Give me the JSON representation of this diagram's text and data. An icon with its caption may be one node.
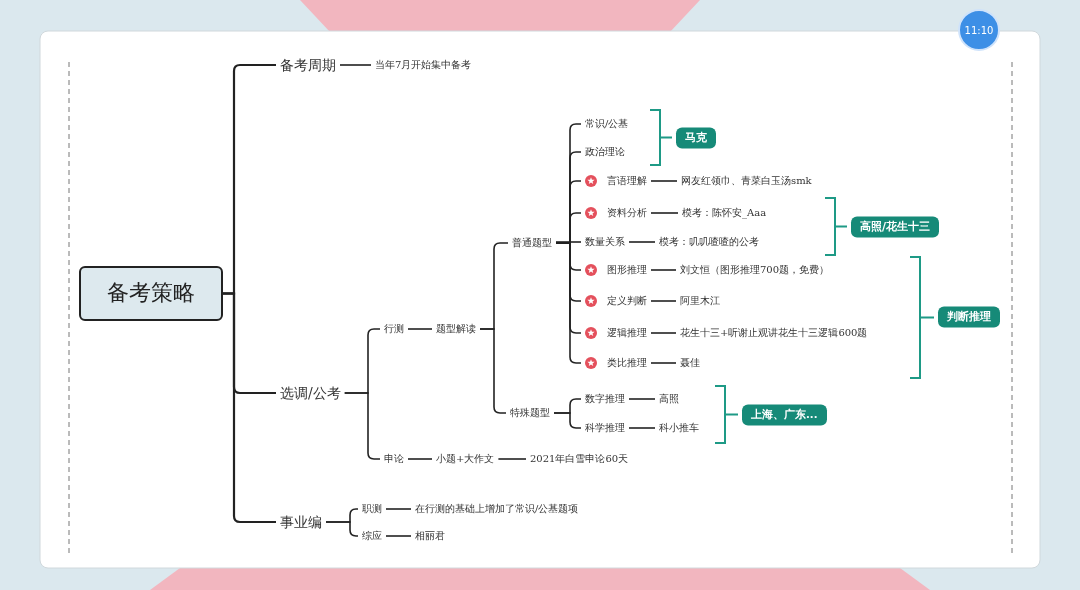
{
  "diagram": {
    "nodes": [
      {
        "text": [
          "备考策略"
        ]
      },
      {
        "text": [
          "备考周期"
        ]
      },
      {
        "text": [
          "当年7月开始集中备考"
        ]
      },
      {
        "text": [
          "选调/公考"
        ]
      },
      {
        "text": [
          "行测"
        ]
      },
      {
        "text": [
          "题型解读"
        ]
      },
      {
        "text": [
          "普通题型"
        ]
      },
      {
        "text": [
          "常识/公基"
        ]
      },
      {
        "text": [
          "政治理论"
        ]
      },
      {
        "text": [
          "言语理解"
        ]
      },
      {
        "text": [
          "网友红领巾、青菜白玉汤smk"
        ]
      },
      {
        "text": [
          "资料分析"
        ]
      },
      {
        "text": [
          "模考：陈怀安_Aaa"
        ]
      },
      {
        "text": [
          "数量关系"
        ]
      },
      {
        "text": [
          "模考：叽叽喳喳的公考"
        ]
      },
      {
        "text": [
          "图形推理"
        ]
      },
      {
        "text": [
          "刘文恒（图形推理700题，免费）"
        ]
      },
      {
        "text": [
          "定义判断"
        ]
      },
      {
        "text": [
          "阿里木江"
        ]
      },
      {
        "text": [
          "逻辑推理"
        ]
      },
      {
        "text": [
          "花生十三+听谢止观讲花生十三逻辑600题"
        ]
      },
      {
        "text": [
          "类比推理"
        ]
      },
      {
        "text": [
          "聂佳"
        ]
      },
      {
        "text": [
          "特殊题型"
        ]
      },
      {
        "text": [
          "数字推理"
        ]
      },
      {
        "text": [
          "高照"
        ]
      },
      {
        "text": [
          "科学推理"
        ]
      },
      {
        "text": [
          "科小推车"
        ]
      },
      {
        "text": [
          "申论"
        ]
      },
      {
        "text": [
          "小题+大作文"
        ]
      },
      {
        "text": [
          "2021年白雪申论60天"
        ]
      },
      {
        "text": [
          "事业编"
        ]
      },
      {
        "text": [
          "职测"
        ]
      },
      {
        "text": [
          "在行测的基础上增加了常识/公基题项"
        ]
      },
      {
        "text": [
          "综应"
        ]
      },
      {
        "text": [
          "相丽君"
        ]
      },
      {
        "text": [
          "马克"
        ]
      },
      {
        "text": [
          "高照/花生十三"
        ]
      },
      {
        "text": [
          "判断推理"
        ]
      },
      {
        "text": [
          "上海、广东..."
        ]
      }
    ],
    "edges": [
      {
        "from": 0,
        "to": 1,
        "arrow": "none"
      },
      {
        "from": 1,
        "to": 2,
        "arrow": "none"
      },
      {
        "from": 0,
        "to": 3,
        "arrow": "none"
      },
      {
        "from": 3,
        "to": 4,
        "arrow": "none"
      },
      {
        "from": 4,
        "to": 5,
        "arrow": "none"
      },
      {
        "from": 5,
        "to": 6,
        "arrow": "none"
      },
      {
        "from": 6,
        "to": 7,
        "arrow": "none"
      },
      {
        "from": 6,
        "to": 8,
        "arrow": "none"
      },
      {
        "from": 6,
        "to": 9,
        "arrow": "none"
      },
      {
        "from": 9,
        "to": 10,
        "arrow": "none"
      },
      {
        "from": 6,
        "to": 11,
        "arrow": "none"
      },
      {
        "from": 11,
        "to": 12,
        "arrow": "none"
      },
      {
        "from": 6,
        "to": 13,
        "arrow": "none"
      },
      {
        "from": 13,
        "to": 14,
        "arrow": "none"
      },
      {
        "from": 6,
        "to": 15,
        "arrow": "none"
      },
      {
        "from": 15,
        "to": 16,
        "arrow": "none"
      },
      {
        "from": 6,
        "to": 17,
        "arrow": "none"
      },
      {
        "from": 17,
        "to": 18,
        "arrow": "none"
      },
      {
        "from": 6,
        "to": 19,
        "arrow": "none"
      },
      {
        "from": 19,
        "to": 20,
        "arrow": "none"
      },
      {
        "from": 6,
        "to": 21,
        "arrow": "none"
      },
      {
        "from": 21,
        "to": 22,
        "arrow": "none"
      },
      {
        "from": 5,
        "to": 23,
        "arrow": "none"
      },
      {
        "from": 23,
        "to": 24,
        "arrow": "none"
      },
      {
        "from": 24,
        "to": 25,
        "arrow": "none"
      },
      {
        "from": 23,
        "to": 26,
        "arrow": "none"
      },
      {
        "from": 26,
        "to": 27,
        "arrow": "none"
      },
      {
        "from": 3,
        "to": 28,
        "arrow": "none"
      },
      {
        "from": 28,
        "to": 29,
        "arrow": "none"
      },
      {
        "from": 29,
        "to": 30,
        "arrow": "none"
      },
      {
        "from": 0,
        "to": 31,
        "arrow": "none"
      },
      {
        "from": 31,
        "to": 32,
        "arrow": "none"
      },
      {
        "from": 32,
        "to": 33,
        "arrow": "none"
      },
      {
        "from": 31,
        "to": 34,
        "arrow": "none"
      },
      {
        "from": 34,
        "to": 35,
        "arrow": "none"
      }
    ],
    "labels": [
      "11:10"
    ]
  }
}
